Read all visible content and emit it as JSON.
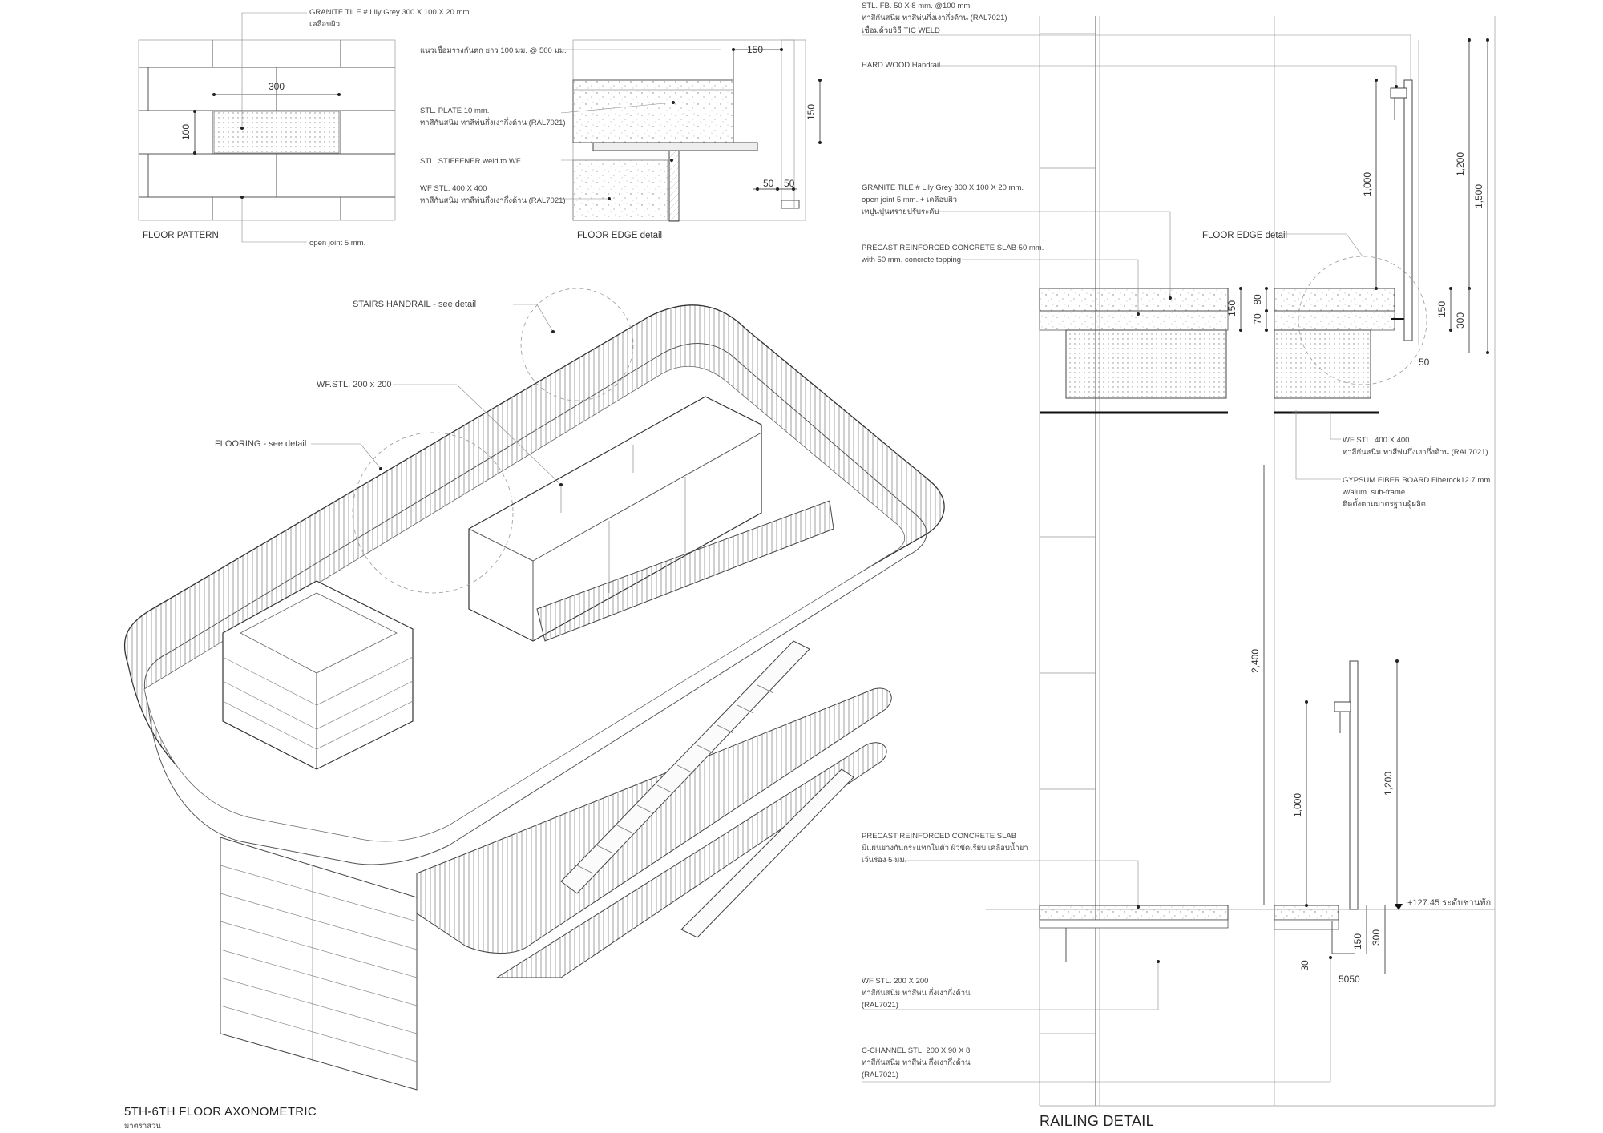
{
  "floor_pattern": {
    "title": "FLOOR PATTERN",
    "dim_width": "300",
    "dim_height": "100",
    "callout_tile_1": "GRANITE TILE # Lily Grey 300 X 100 X 20 mm.",
    "callout_tile_2": "เคลือบผิว",
    "callout_joint": "open joint 5 mm."
  },
  "floor_edge_top": {
    "title": "FLOOR EDGE detail",
    "note_1": "แนวเชื่อมรางกันตก ยาว 100 มม. @ 500 มม.",
    "note_2a": "STL. PLATE 10 mm.",
    "note_2b": "ทาสีกันสนิม ทาสีพ่นกึ่งเงากึ่งด้าน (RAL7021)",
    "note_3": "STL. STIFFENER weld to WF",
    "note_4a": "WF STL. 400 X 400",
    "note_4b": "ทาสีกันสนิม ทาสีพ่นกึ่งเงากึ่งด้าน (RAL7021)",
    "dim_150_h": "150",
    "dim_150_v": "150",
    "dim_50_a": "50",
    "dim_50_b": "50"
  },
  "axonometric": {
    "title": "5TH-6TH FLOOR AXONOMETRIC",
    "subtitle": "มาตราส่วน",
    "callout_handrail": "STAIRS HANDRAIL -  see detail",
    "callout_wf": "WF.STL. 200 x 200",
    "callout_flooring": "FLOORING -  see detail"
  },
  "railing": {
    "title": "RAILING DETAIL",
    "n1a": "STL. FB. 50 X 8 mm. @100 mm.",
    "n1b": "ทาสีกันสนิม ทาสีพ่นกึ่งเงากึ่งด้าน (RAL7021)",
    "n1c": "เชื่อมด้วยวิธี TIC WELD",
    "n2": "HARD WOOD Handrail",
    "n3a": "GRANITE TILE # Lily Grey 300 X 100 X 20 mm.",
    "n3b": "open joint 5 mm. + เคลือบผิว",
    "n3c": "เทปูนปูนทรายปรับระดับ",
    "n4a": "PRECAST REINFORCED CONCRETE SLAB 50 mm.",
    "n4b": "with 50 mm. concrete topping",
    "n5": "FLOOR EDGE detail",
    "n6a": "WF STL. 400 X 400",
    "n6b": "ทาสีกันสนิม ทาสีพ่นกึ่งเงากึ่งด้าน (RAL7021)",
    "n7a": "GYPSUM FIBER BOARD Fiberock12.7 mm.",
    "n7b": "w/alum. sub-frame",
    "n7c": "ติดตั้งตามมาตรฐานผู้ผลิต",
    "n8a": "PRECAST REINFORCED CONCRETE SLAB",
    "n8b": "มีแผ่นยางกันกระแทกในตัว ผิวขัดเรียบ เคลือบน้ำยา",
    "n8c": "เว้นร่อง 5 มม.",
    "n9a": "WF STL. 200 X 200",
    "n9b": "ทาสีกันสนิม ทาสีพ่น กึ่งเงากึ่งด้าน",
    "n9c": "(RAL7021)",
    "n10a": "C-CHANNEL STL. 200 X 90 X 8",
    "n10b": "ทาสีกันสนิม ทาสีพ่น กึ่งเงากึ่งด้าน",
    "n10c": "(RAL7021)",
    "level": "+127.45 ระดับชานพัก",
    "dims": {
      "d1000_top": "1,000",
      "d1200_top": "1,200",
      "d1500": "1,500",
      "d150_a": "150",
      "d80": "80",
      "d70": "70",
      "d150_b": "150",
      "d300_a": "300",
      "d50": "50",
      "d2400": "2,400",
      "d1000_bot": "1,000",
      "d1200_bot": "1,200",
      "d150_c": "150",
      "d300_b": "300",
      "d30": "30",
      "d5050": "5050"
    }
  }
}
